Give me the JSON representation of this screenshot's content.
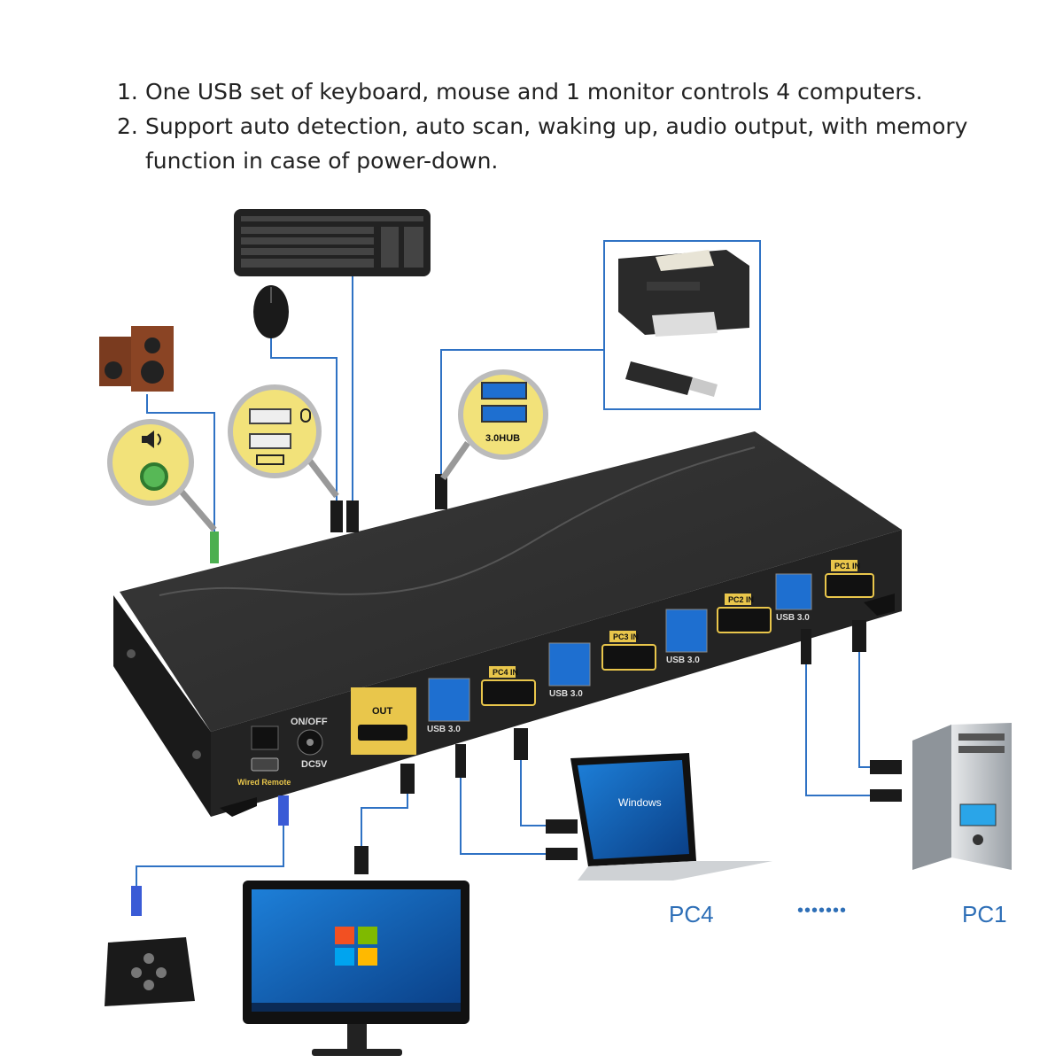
{
  "features": [
    {
      "num": "1.",
      "text": "One USB set of keyboard, mouse and 1 monitor controls 4 computers."
    },
    {
      "num": "2.",
      "text": "Support auto detection, auto scan, waking up, audio output, with memory function in case of power-down."
    }
  ],
  "device": {
    "ports": [
      {
        "hdmi": "PC1 IN",
        "usb": "USB 3.0"
      },
      {
        "hdmi": "PC2 IN",
        "usb": "USB 3.0"
      },
      {
        "hdmi": "PC3 IN",
        "usb": "USB 3.0"
      },
      {
        "hdmi": "PC4 IN",
        "usb": "USB 3.0"
      }
    ],
    "out_label": "OUT",
    "power_label": "ON/OFF",
    "dc_label": "DC5V",
    "remote_port_label": "Wired Remote",
    "hub_label": "3.0HUB"
  },
  "computers": {
    "pc4_label": "PC4",
    "pc1_label": "PC1",
    "ellipsis": "•••••••",
    "laptop_os": "Windows"
  },
  "colors": {
    "cable": "#2f72c4",
    "device": "#2a2a2a",
    "port_gold": "#e9c64b",
    "usb_blue": "#1e6fd0",
    "label_blue": "#2e6fb7"
  }
}
